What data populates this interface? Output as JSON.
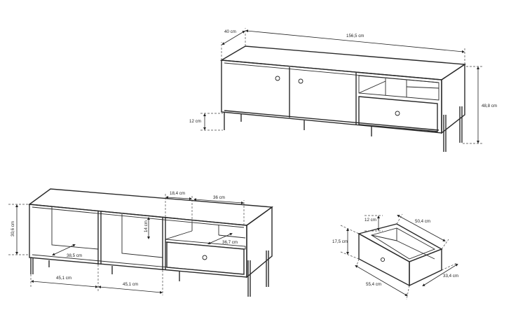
{
  "top_view": {
    "depth": "40 cm",
    "width": "156,5 cm",
    "height": "48,8 cm",
    "leg_height": "12 cm"
  },
  "front_view": {
    "shelf_gap": "18,4 cm",
    "drawer_width": "36 cm",
    "interior_height": "30,6 cm",
    "open_shelf_height": "14 cm",
    "inner_depth_left": "38,5 cm",
    "inner_depth_right": "36,7 cm",
    "bay_width_left": "45,1 cm",
    "bay_width_middle": "45,1 cm"
  },
  "drawer_view": {
    "drawer_depth_top": "12 cm",
    "drawer_inner_width": "50,4 cm",
    "drawer_front_height": "17,5 cm",
    "drawer_front_width": "55,4 cm",
    "drawer_side_depth": "33,4 cm"
  }
}
